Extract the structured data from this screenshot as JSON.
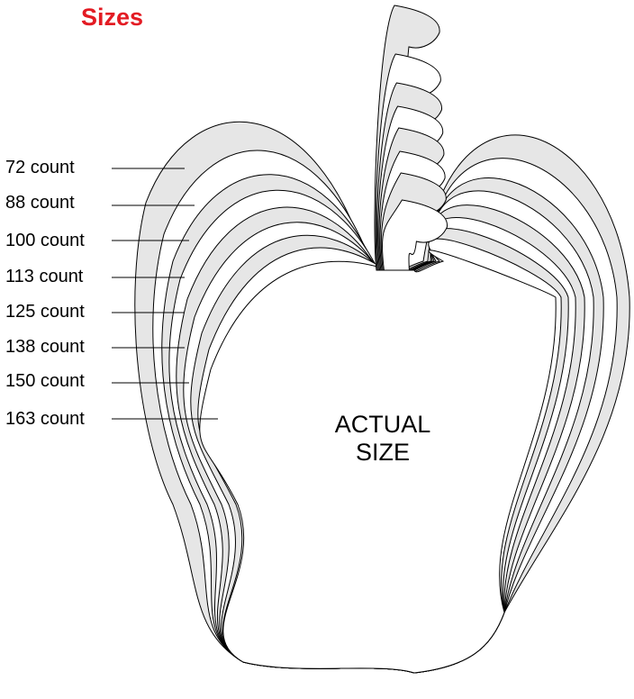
{
  "title": "Sizes",
  "center_text": {
    "line1": "ACTUAL",
    "line2": "SIZE"
  },
  "sizes": [
    "72 count",
    "88 count",
    "100 count",
    "113 count",
    "125 count",
    "138 count",
    "150 count",
    "163 count"
  ],
  "colors": {
    "title": "#e31b23",
    "band_fill": "#e6e6e6",
    "inner_fill": "#ffffff",
    "stroke": "#000000"
  }
}
